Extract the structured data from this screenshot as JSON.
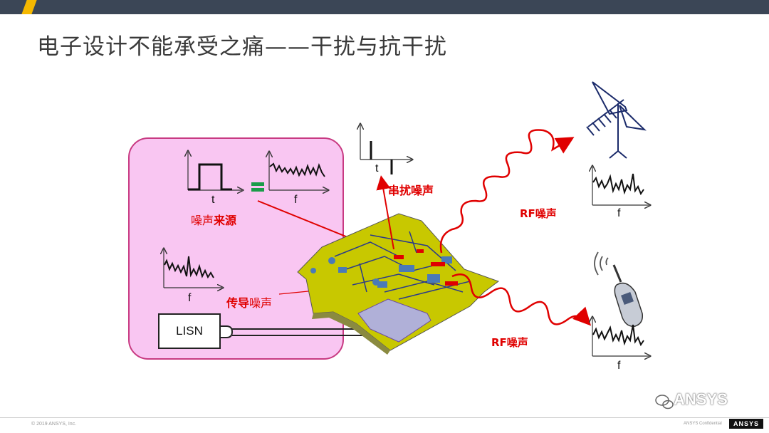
{
  "title": "电子设计不能承受之痛——干扰与抗干扰",
  "labels": {
    "source_t": "t",
    "source_f": "f",
    "noise_source_a": "噪声",
    "noise_source_b": "来源",
    "conducted_f": "f",
    "conducted_a": "传导",
    "conducted_b": "噪声",
    "lisn": "LISN",
    "crosstalk_t": "t",
    "crosstalk": "串扰噪声",
    "rf_upper": "RF噪声",
    "rf_lower": "RF噪声",
    "antenna_f": "f",
    "phone_f": "f"
  },
  "watermark": "ANSYS",
  "footer": {
    "copyright": "© 2019 ANSYS, Inc.",
    "confidential": "ANSYS Confidential",
    "logo": "ANSYS"
  },
  "colors": {
    "topbar": "#3b4656",
    "accent": "#f5b800",
    "panel": "#f9c6f2",
    "panel_border": "#c83a82",
    "noise_red": "#e00000",
    "pcb_yellow": "#c8c800"
  }
}
